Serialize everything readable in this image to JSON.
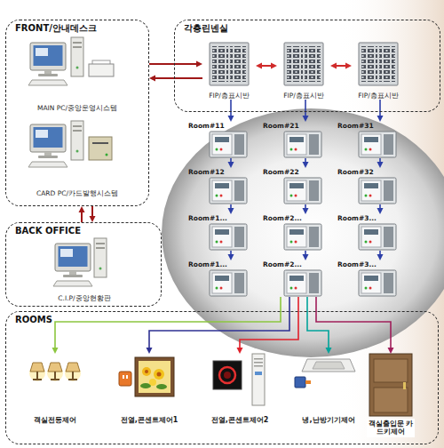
{
  "diagram": {
    "nodes": [
      {
        "text": [
          "FRONT/안내데스크"
        ]
      },
      {
        "text": [
          "MAIN PC/중앙운영시스템"
        ],
        "in": 0
      },
      {
        "text": [
          "CARD PC/카드발행시스템"
        ],
        "in": 0
      },
      {
        "text": [
          "각층린넨실"
        ]
      },
      {
        "text": [
          "FIP/층표시반"
        ],
        "in": 3
      },
      {
        "text": [
          "FIP/층표시반"
        ],
        "in": 3
      },
      {
        "text": [
          "FIP/층표시반"
        ],
        "in": 3
      },
      {
        "text": [
          "BACK OFFICE"
        ]
      },
      {
        "text": [
          "C.I.P/중앙현황판"
        ],
        "in": 7
      },
      {
        "text": [
          "Room#11"
        ]
      },
      {
        "text": [
          "Room#21"
        ]
      },
      {
        "text": [
          "Room#31"
        ]
      },
      {
        "text": [
          "Room#12"
        ]
      },
      {
        "text": [
          "Room#22"
        ]
      },
      {
        "text": [
          "Room#32"
        ]
      },
      {
        "text": [
          "Room#1..."
        ]
      },
      {
        "text": [
          "Room#2..."
        ]
      },
      {
        "text": [
          "Room#3..."
        ]
      },
      {
        "text": [
          "Room#1..."
        ]
      },
      {
        "text": [
          "Room#2..."
        ]
      },
      {
        "text": [
          "Room#3..."
        ]
      },
      {
        "text": [
          "ROOMS"
        ]
      },
      {
        "text": [
          "객실전등제어"
        ],
        "in": 21
      },
      {
        "text": [
          "전열,콘센트제어1"
        ],
        "in": 21
      },
      {
        "text": [
          "전열,콘센트제어2"
        ],
        "in": 21
      },
      {
        "text": [
          "냉,난방기기제어"
        ],
        "in": 21
      },
      {
        "text": [
          "객실출입문 카드키제어"
        ],
        "in": 21
      }
    ],
    "edges": [
      {
        "from": 0,
        "to": 4,
        "arrow": "to"
      },
      {
        "from": 4,
        "to": 0,
        "arrow": "to"
      },
      {
        "from": 4,
        "to": 5,
        "arrow": "both"
      },
      {
        "from": 5,
        "to": 6,
        "arrow": "both"
      },
      {
        "from": 7,
        "to": 0,
        "arrow": "to"
      },
      {
        "from": 0,
        "to": 7,
        "arrow": "to"
      },
      {
        "from": 4,
        "to": 9,
        "arrow": "to"
      },
      {
        "from": 5,
        "to": 10,
        "arrow": "to"
      },
      {
        "from": 6,
        "to": 11,
        "arrow": "to"
      },
      {
        "from": 9,
        "to": 12,
        "arrow": "to"
      },
      {
        "from": 12,
        "to": 15,
        "arrow": "to"
      },
      {
        "from": 15,
        "to": 18,
        "arrow": "to"
      },
      {
        "from": 10,
        "to": 13,
        "arrow": "to"
      },
      {
        "from": 13,
        "to": 16,
        "arrow": "to"
      },
      {
        "from": 16,
        "to": 19,
        "arrow": "to"
      },
      {
        "from": 11,
        "to": 14,
        "arrow": "to"
      },
      {
        "from": 14,
        "to": 17,
        "arrow": "to"
      },
      {
        "from": 17,
        "to": 20,
        "arrow": "to"
      },
      {
        "from": 19,
        "to": 22,
        "arrow": "to"
      },
      {
        "from": 19,
        "to": 23,
        "arrow": "to"
      },
      {
        "from": 19,
        "to": 24,
        "arrow": "to"
      },
      {
        "from": 19,
        "to": 25,
        "arrow": "to"
      },
      {
        "from": 19,
        "to": 26,
        "arrow": "to"
      }
    ]
  }
}
